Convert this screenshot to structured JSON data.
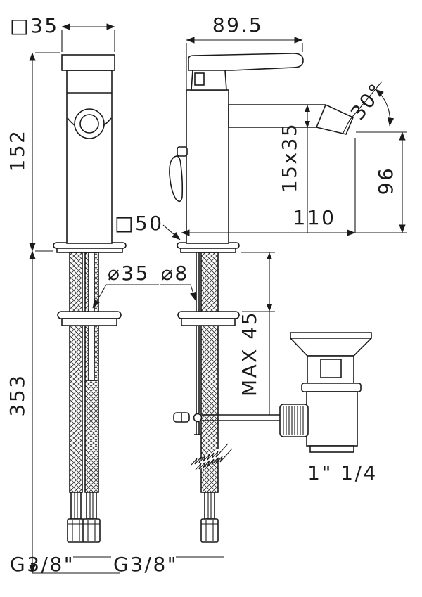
{
  "labels": {
    "handle_section": "□35",
    "lever_length": "89.5",
    "spout_angle": "30°",
    "body_height": "152",
    "spout_section": "15x35",
    "spout_height": "96",
    "base_section": "□50",
    "spout_reach": "110",
    "tails_dia": "⌀35",
    "rod_dia": "⌀8",
    "max_deck": "MAX 45",
    "tails_length": "353",
    "waste_size": "1\" 1/4",
    "thread_front": "G3/8\"",
    "thread_side": "G3/8\""
  }
}
